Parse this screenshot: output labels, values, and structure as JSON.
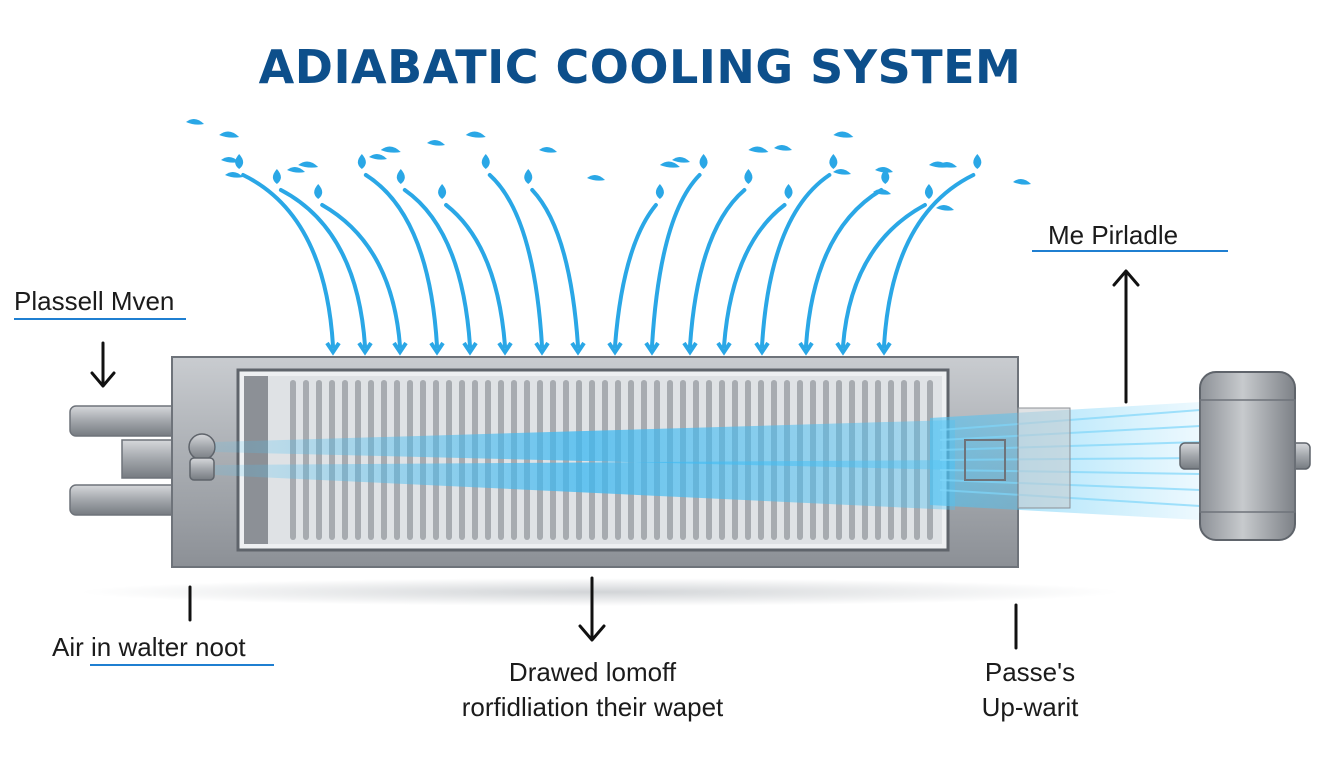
{
  "title": "ADIABATIC COOLING SYSTEM",
  "labels": {
    "top_right": "Me Pirladle",
    "left": "Plassell Mven",
    "bottom_left": "Air in walter noot",
    "bottom_center_line1": "Drawed lomoff",
    "bottom_center_line2": "rorfidliation their wapet",
    "bottom_right_line1": "Passe's",
    "bottom_right_line2": "Up-warit"
  },
  "colors": {
    "title": "#0d4f8b",
    "water_stream": "#2aa7e6",
    "air_beam": "#4cc3f5",
    "housing": "#9ea2a8",
    "housing_dark": "#6e737a",
    "underline": "#1f7fd1"
  }
}
